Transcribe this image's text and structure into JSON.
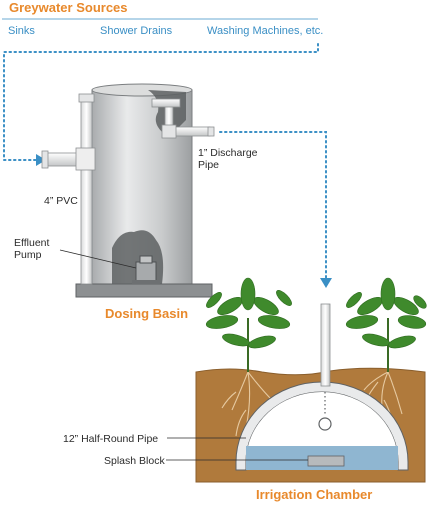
{
  "header": {
    "title": "Greywater Sources",
    "sources": [
      "Sinks",
      "Shower Drains",
      "Washing Machines, etc."
    ]
  },
  "labels": {
    "pvc": "4” PVC",
    "discharge_line1": "1” Discharge",
    "discharge_line2": "Pipe",
    "pump_line1": "Effluent",
    "pump_line2": "Pump",
    "dosing_basin": "Dosing Basin",
    "half_round_pipe": "12” Half-Round Pipe",
    "splash_block": "Splash Block",
    "irrigation_chamber": "Irrigation Chamber"
  },
  "colors": {
    "accent_orange": "#e8892c",
    "source_blue": "#3a8fc5",
    "soil": "#b07a3c",
    "water": "#8fb6d1",
    "foliage": "#3f8a2c",
    "basin_gray": "#c9cbcc"
  }
}
